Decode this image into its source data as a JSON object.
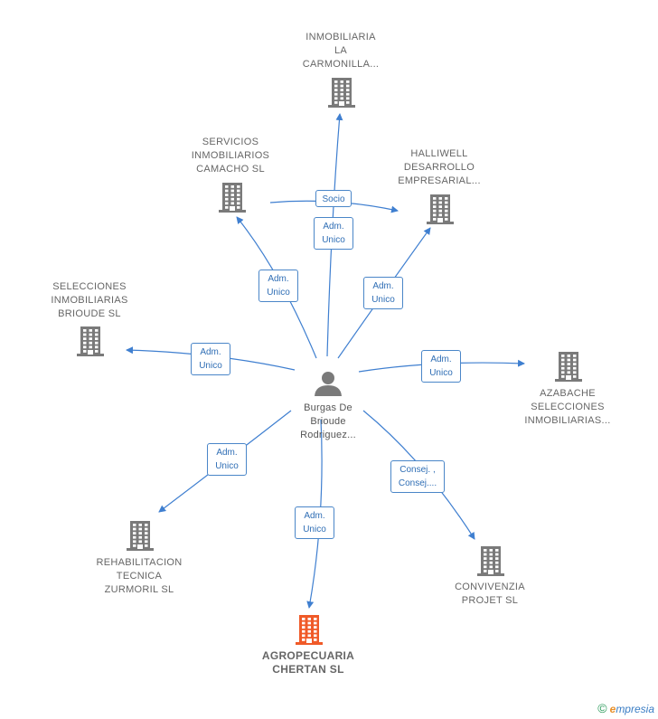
{
  "colors": {
    "edge": "#3f7fd0",
    "building": "#7a7a7a",
    "main_building": "#f05a28",
    "person": "#7a7a7a"
  },
  "center": {
    "label": "Burgas De\nBrioude\nRodriguez..."
  },
  "nodes": [
    {
      "id": "carmonilla",
      "label": "INMOBILIARIA\nLA\nCARMONILLA...",
      "icon": "building-icon"
    },
    {
      "id": "camacho",
      "label": "SERVICIOS\nINMOBILIARIOS\nCAMACHO SL",
      "icon": "building-icon"
    },
    {
      "id": "halliwell",
      "label": "HALLIWELL\nDESARROLLO\nEMPRESARIAL...",
      "icon": "building-icon"
    },
    {
      "id": "brioude",
      "label": "SELECCIONES\nINMOBILIARIAS\nBRIOUDE  SL",
      "icon": "building-icon"
    },
    {
      "id": "azabache",
      "label": "AZABACHE\nSELECCIONES\nINMOBILIARIAS...",
      "icon": "building-icon"
    },
    {
      "id": "zurmoril",
      "label": "REHABILITACION\nTECNICA\nZURMORIL  SL",
      "icon": "building-icon"
    },
    {
      "id": "convivenzia",
      "label": "CONVIVENZIA\nPROJET  SL",
      "icon": "building-icon"
    },
    {
      "id": "chertan",
      "label": "AGROPECUARIA\nCHERTAN  SL",
      "icon": "building-icon",
      "main": true
    }
  ],
  "edges": [
    {
      "to": "carmonilla",
      "label": "Adm.\nUnico"
    },
    {
      "to": "camacho",
      "label": "Adm.\nUnico"
    },
    {
      "to": "halliwell",
      "label": "Adm.\nUnico"
    },
    {
      "from": "camacho",
      "to": "halliwell",
      "label": "Socio"
    },
    {
      "to": "brioude",
      "label": "Adm.\nUnico"
    },
    {
      "to": "azabache",
      "label": "Adm.\nUnico"
    },
    {
      "to": "zurmoril",
      "label": "Adm.\nUnico"
    },
    {
      "to": "convivenzia",
      "label": "Consej. ,\nConsej...."
    },
    {
      "to": "chertan",
      "label": "Adm.\nUnico"
    }
  ],
  "brand": {
    "copyright": "©",
    "e": "e",
    "rest": "mpresia"
  }
}
